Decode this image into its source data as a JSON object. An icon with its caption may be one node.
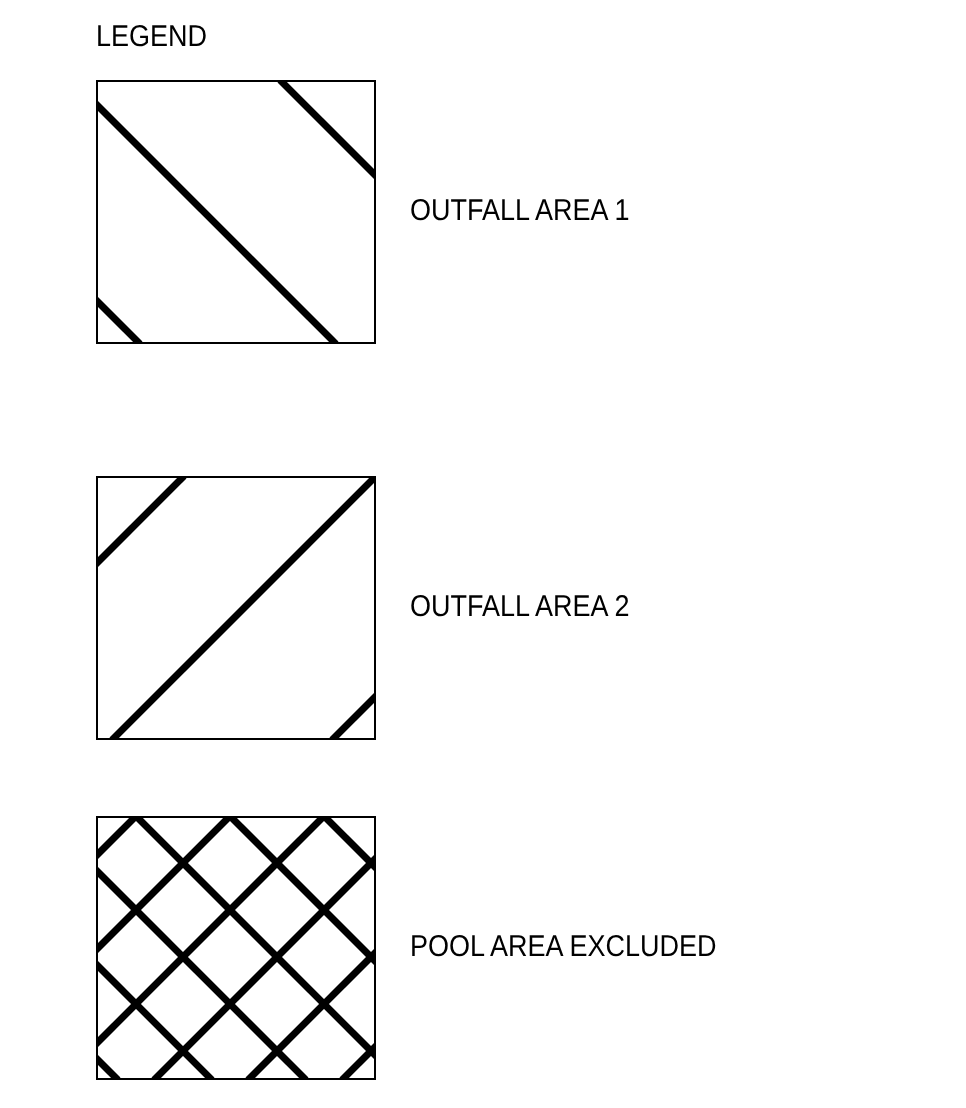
{
  "diagram": {
    "title": "LEGEND",
    "legend": [
      {
        "text": "OUTFALL AREA 1"
      },
      {
        "text": "OUTFALL AREA 2"
      },
      {
        "text": "POOL AREA EXCLUDED"
      }
    ]
  }
}
